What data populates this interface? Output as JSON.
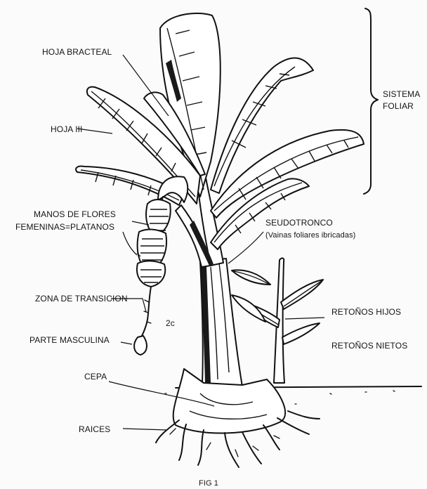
{
  "labels": {
    "hoja_bracteal": "HOJA BRACTEAL",
    "hoja_iii": "HOJA III",
    "sistema": "SISTEMA",
    "foliar": "FOLIAR",
    "manos_line1": "MANOS DE FLORES",
    "manos_line2": "FEMENINAS=PLATANOS",
    "seudotronco": "SEUDOTRONCO",
    "vainas": "(Vainas foliares ibricadas)",
    "zona_transicion": "ZONA DE TRANSICION",
    "two_c": "2c",
    "parte_masculina": "PARTE MASCULINA",
    "retonos_hijos": "RETOÑOS HIJOS",
    "retonos_nietos": "RETOÑOS NIETOS",
    "cepa": "CEPA",
    "raices": "RAICES",
    "caption": "FIG 1"
  }
}
